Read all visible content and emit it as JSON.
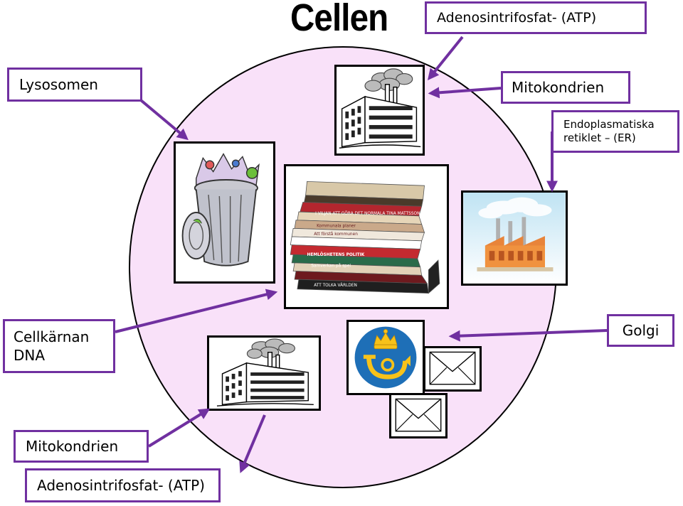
{
  "title": "Cellen",
  "colors": {
    "cell_fill": "#f9e1f9",
    "cell_stroke": "#000000",
    "border_accent": "#7030a0",
    "arrow": "#7030a0"
  },
  "labels": {
    "atp_top": "Adenosintrifosfat- (ATP)",
    "lysosome": "Lysosomen",
    "mito_top": "Mitokondrien",
    "er_line1": "Endoplasmatiska",
    "er_line2": "retiklet – (ER)",
    "nucleus_line1": "Cellkärnan",
    "nucleus_line2": "DNA",
    "golgi": "Golgi",
    "mito_bottom": "Mitokondrien",
    "atp_bottom": "Adenosintrifosfat- (ATP)"
  },
  "images": {
    "factory_top": "factory-smoke-icon",
    "trash_can": "trash-can-icon",
    "books": "book-stack-icon",
    "factory_er": "industrial-factory-icon",
    "factory_bottom": "factory-smoke-icon",
    "post_logo": "post-horn-logo-icon",
    "envelopes": "envelope-icon"
  },
  "book_spines": [
    "I VILJAN ATT GÖRA DET NORMALA   TINA MATTSSON",
    "Kommunala planer",
    "Att förstå kommunen",
    "HEMLÖSHETENS POLITIK",
    "Samverkan på spel",
    "ATT TOLKA VÄRLDEN"
  ]
}
